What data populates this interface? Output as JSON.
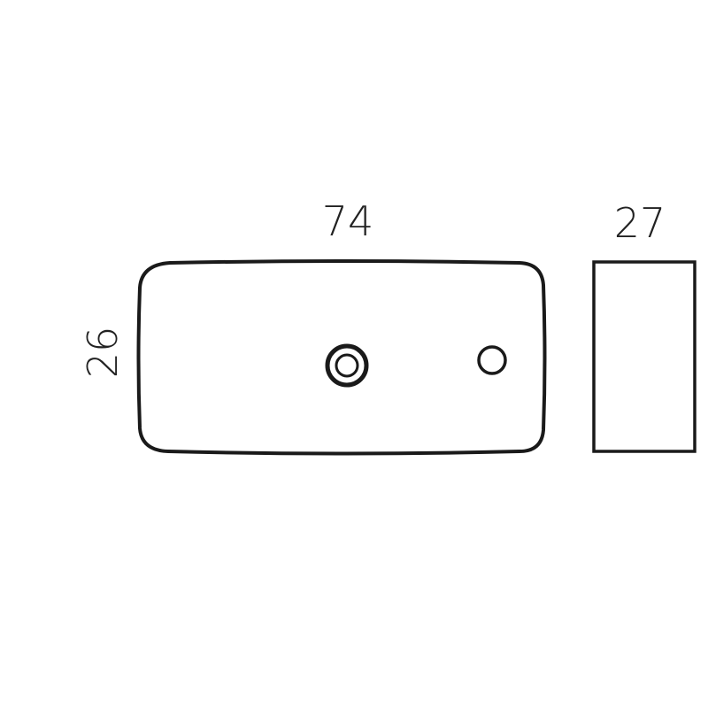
{
  "dimensions": {
    "front_width": "74",
    "front_height": "26",
    "side_depth": "27"
  },
  "colors": {
    "stroke": "#1a1a1a",
    "background": "#ffffff"
  }
}
